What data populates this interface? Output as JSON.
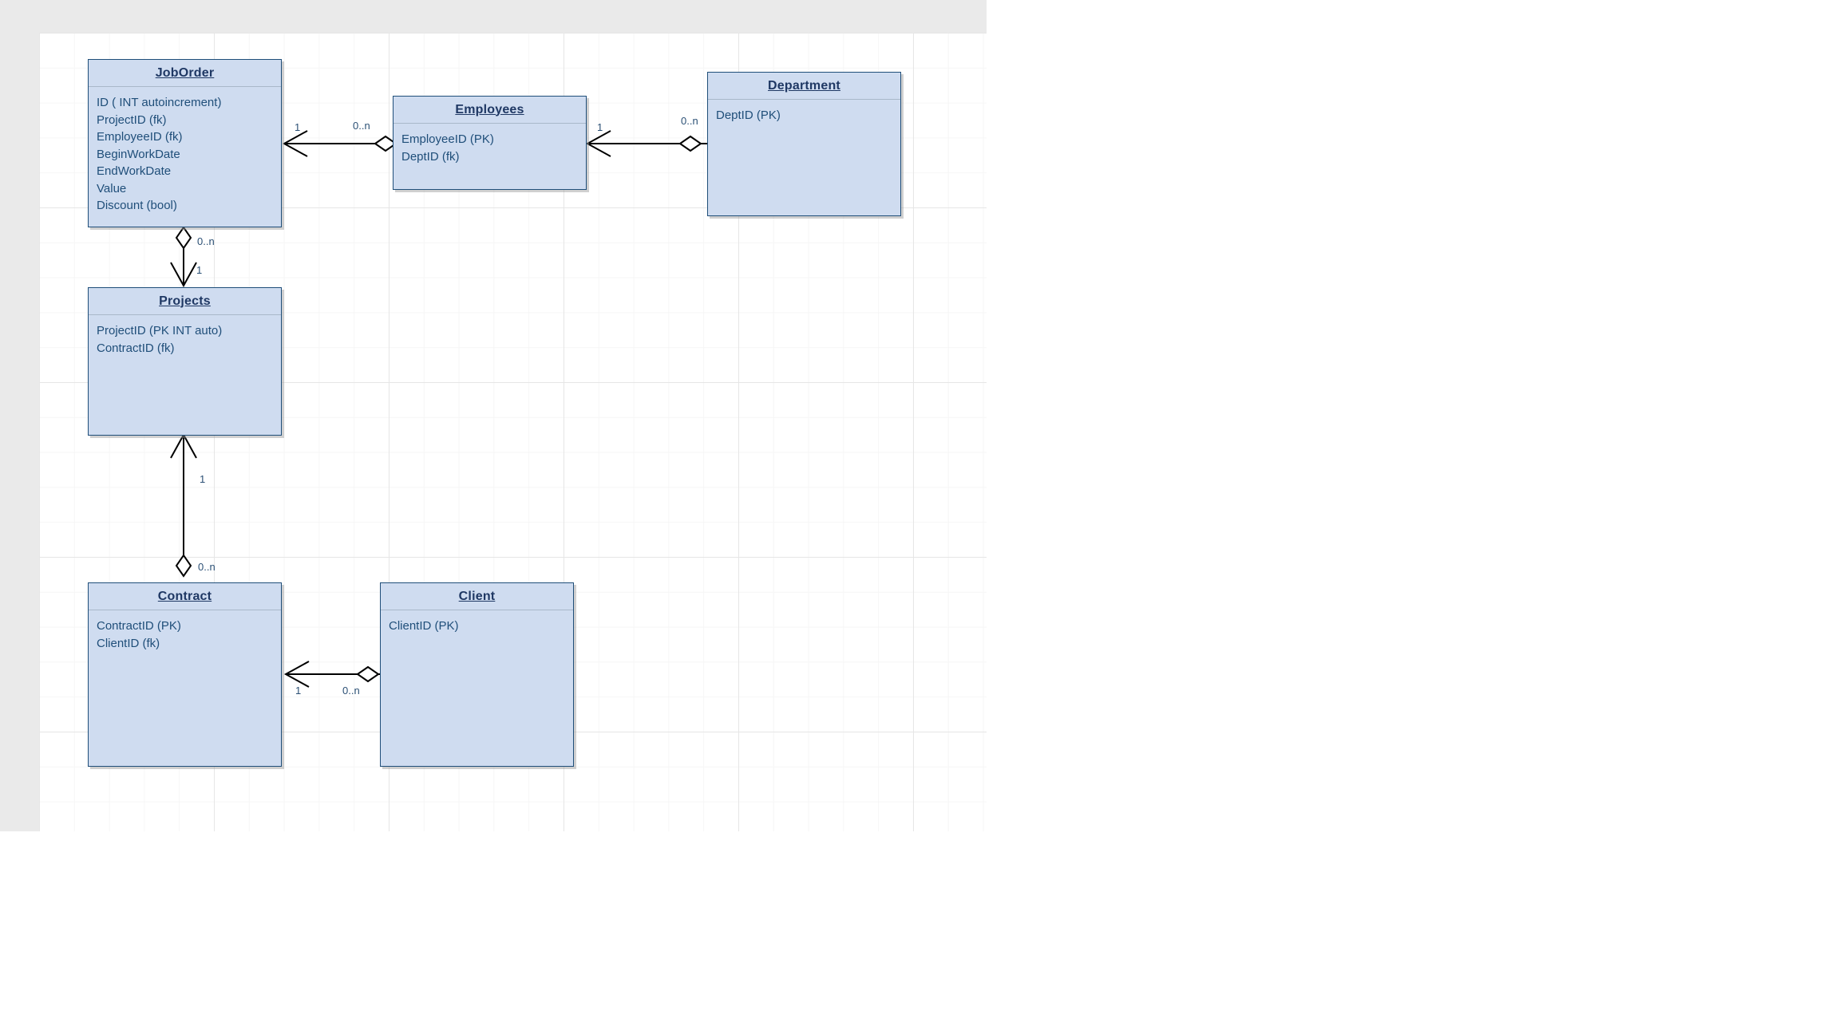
{
  "diagram": {
    "type": "entity-relationship-diagram",
    "canvas": {
      "background_color": "#ffffff",
      "grid": "on",
      "outer_background_color": "#eaeaea"
    },
    "style": {
      "entity_fill": "#cfdcf0",
      "entity_border": "#1f4e79",
      "title_color": "#1f3864",
      "attribute_color": "#1f4e79",
      "connector_color": "#000000",
      "label_color": "#2b5075"
    },
    "entities": [
      {
        "id": "joborder",
        "title": "JobOrder",
        "attributes": [
          "ID ( INT autoincrement)",
          "ProjectID (fk)",
          "EmployeeID (fk)",
          "BeginWorkDate",
          "EndWorkDate",
          "Value",
          "Discount (bool)"
        ]
      },
      {
        "id": "employees",
        "title": "Employees",
        "attributes": [
          "EmployeeID (PK)",
          "DeptID (fk)"
        ]
      },
      {
        "id": "department",
        "title": "Department",
        "attributes": [
          "DeptID (PK)"
        ]
      },
      {
        "id": "projects",
        "title": "Projects",
        "attributes": [
          "ProjectID (PK INT auto)",
          "ContractID (fk)"
        ]
      },
      {
        "id": "contract",
        "title": "Contract",
        "attributes": [
          "ContractID (PK)",
          "ClientID (fk)"
        ]
      },
      {
        "id": "client",
        "title": "Client",
        "attributes": [
          "ClientID (PK)"
        ]
      }
    ],
    "relationships": [
      {
        "id": "joborder-employees",
        "from": "joborder",
        "to": "employees",
        "from_cardinality": "1",
        "to_cardinality": "0..n"
      },
      {
        "id": "employees-department",
        "from": "employees",
        "to": "department",
        "from_cardinality": "1",
        "to_cardinality": "0..n"
      },
      {
        "id": "joborder-projects",
        "from": "joborder",
        "to": "projects",
        "from_cardinality": "0..n",
        "to_cardinality": "1"
      },
      {
        "id": "projects-contract",
        "from": "projects",
        "to": "contract",
        "from_cardinality": "1",
        "to_cardinality": "0..n"
      },
      {
        "id": "contract-client",
        "from": "contract",
        "to": "client",
        "from_cardinality": "1",
        "to_cardinality": "0..n"
      }
    ]
  }
}
